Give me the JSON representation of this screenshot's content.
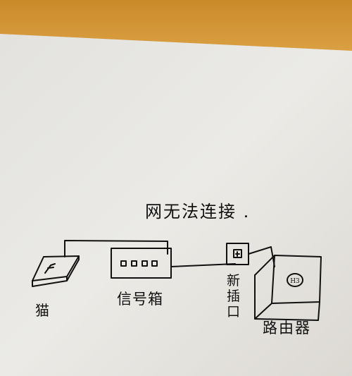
{
  "note": "网无法连接 .",
  "labels": {
    "modem": "猫",
    "signal_box": "信号箱",
    "new_socket": "新插口",
    "router": "路由器",
    "router_mark": "H3"
  },
  "colors": {
    "wall_top": "#d79d3c",
    "paper": "#e7e6e2",
    "ink": "#111111"
  }
}
